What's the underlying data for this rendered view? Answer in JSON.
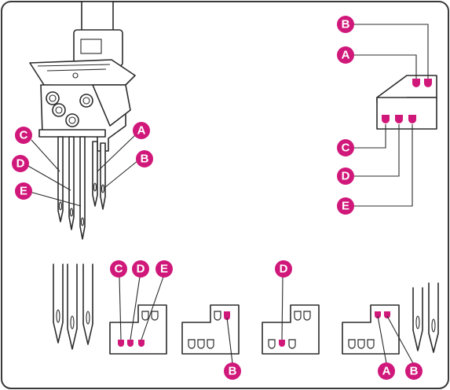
{
  "labels": {
    "a": "A",
    "b": "B",
    "c": "C",
    "d": "D",
    "e": "E"
  },
  "colors": {
    "accent": "#d0187a",
    "line": "#2b2b2b",
    "background": "#ffffff"
  },
  "icons": {
    "machine": "presser-foot-needle-icon",
    "needles": "needle-icon"
  }
}
